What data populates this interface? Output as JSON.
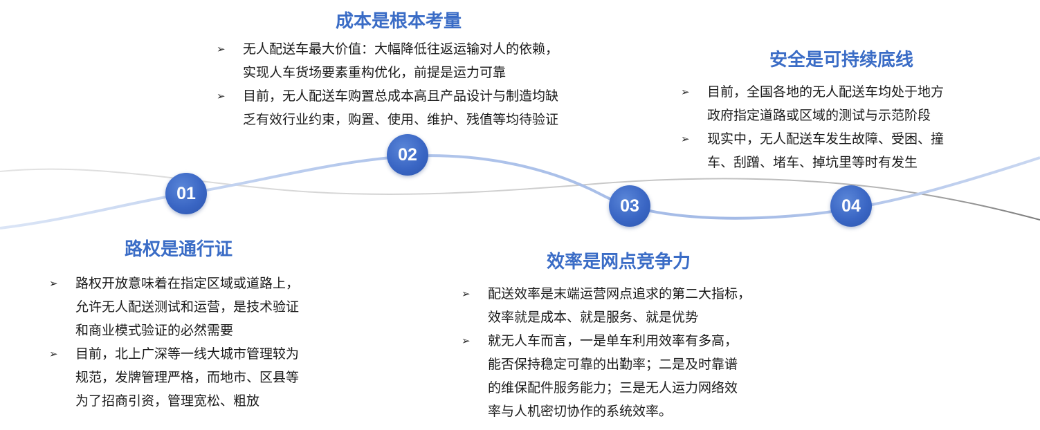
{
  "nodes": [
    {
      "label": "01"
    },
    {
      "label": "02"
    },
    {
      "label": "03"
    },
    {
      "label": "04"
    }
  ],
  "arrow_glyph": "➢",
  "sections": [
    {
      "title": "路权是通行证",
      "bullets": [
        {
          "lines": [
            "路权开放意味着在指定区域或道路上，",
            "允许无人配送测试和运营，是技术验证",
            "和商业模式验证的必然需要"
          ]
        },
        {
          "lines": [
            "目前，北上广深等一线大城市管理较为",
            "规范，发牌管理严格，而地市、区县等",
            "为了招商引资，管理宽松、粗放"
          ]
        }
      ]
    },
    {
      "title": "成本是根本考量",
      "bullets": [
        {
          "lines": [
            "无人配送车最大价值：大幅降低往返运输对人的依赖，",
            "实现人车货场要素重构优化，前提是运力可靠"
          ]
        },
        {
          "lines": [
            "目前，无人配送车购置总成本高且产品设计与制造均缺",
            "乏有效行业约束，购置、使用、维护、残值等均待验证"
          ]
        }
      ]
    },
    {
      "title": "效率是网点竞争力",
      "bullets": [
        {
          "lines": [
            "配送效率是末端运营网点追求的第二大指标，",
            "效率就是成本、就是服务、就是优势"
          ]
        },
        {
          "lines": [
            "就无人车而言，一是单车利用效率有多高，",
            "能否保持稳定可靠的出勤率；二是及时靠谱",
            "的维保配件服务能力；三是无人运力网络效",
            "率与人机密切协作的系统效率。"
          ]
        }
      ]
    },
    {
      "title": "安全是可持续底线",
      "bullets": [
        {
          "lines": [
            "目前，全国各地的无人配送车均处于地方",
            "政府指定道路或区域的测试与示范阶段"
          ]
        },
        {
          "lines": [
            "现实中，无人配送车发生故障、受困、撞",
            "车、刮蹭、堵车、掉坑里等时有发生"
          ]
        }
      ]
    }
  ],
  "colors": {
    "title": "#3a6cc6",
    "node": "#3a66c4",
    "curve_main": "#a7bde8",
    "curve_gray": "#c9c9c9"
  }
}
